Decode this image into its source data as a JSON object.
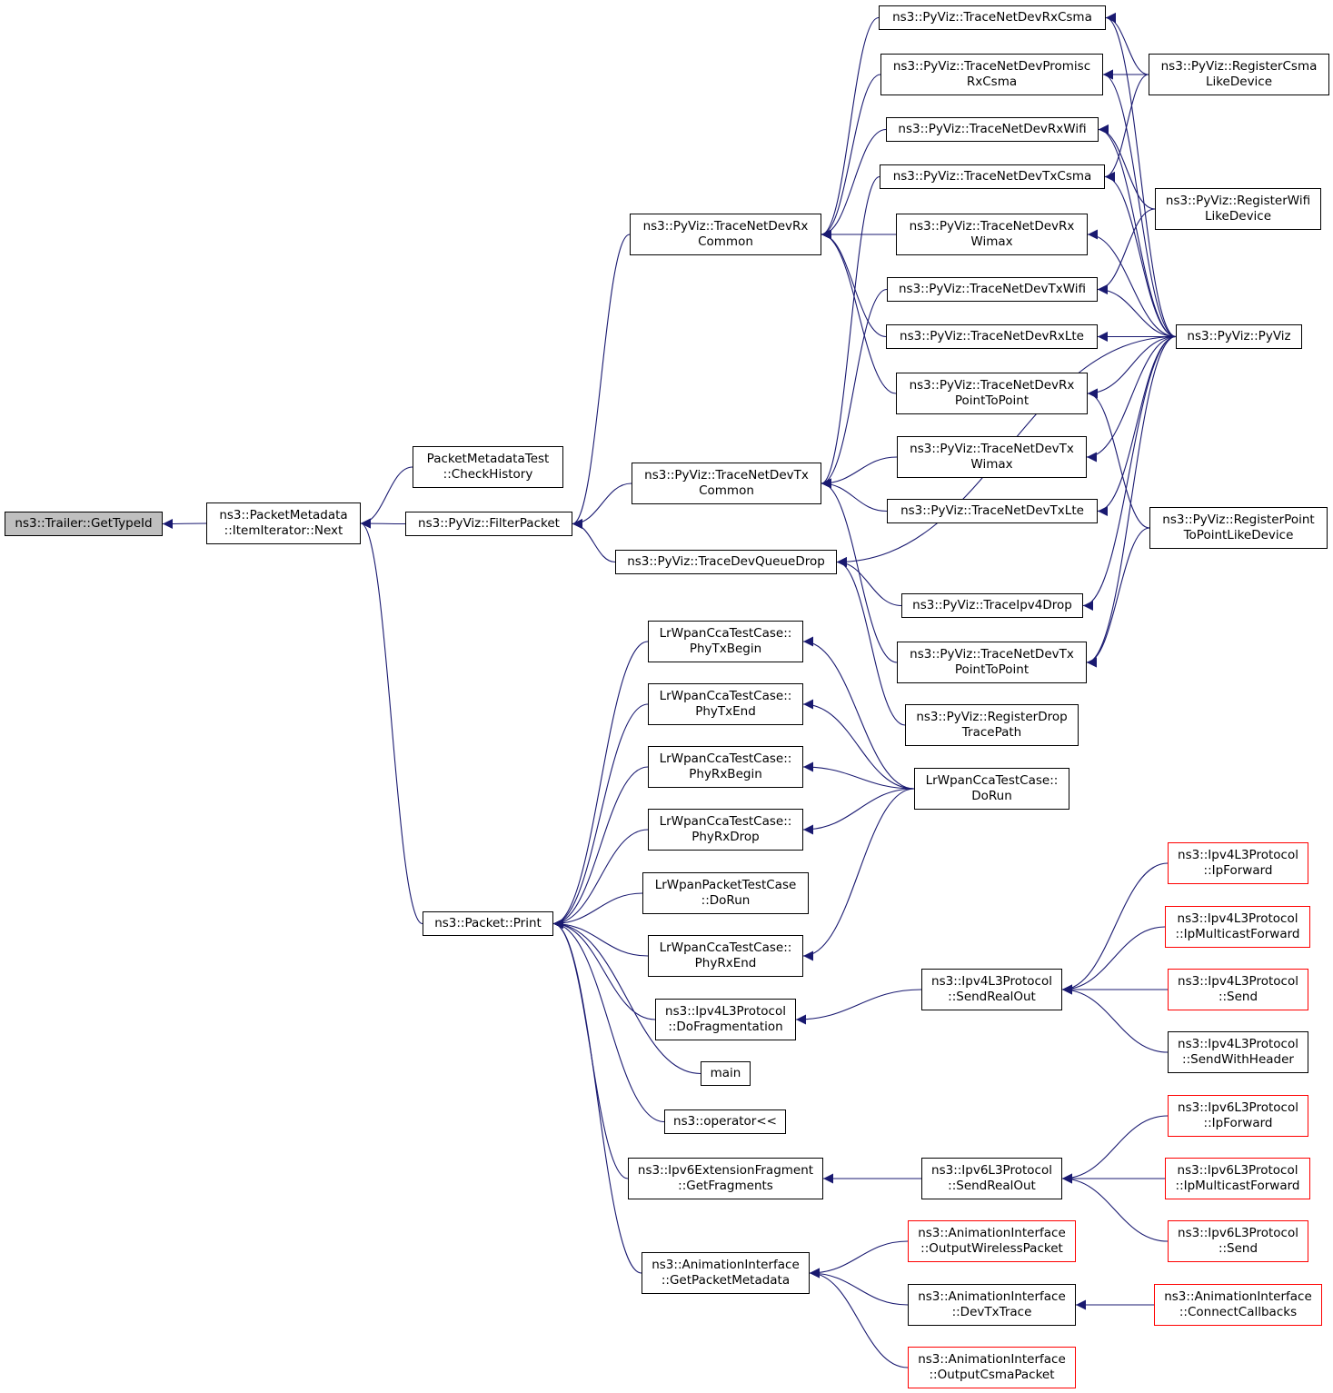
{
  "colors": {
    "edge": "#191970",
    "border": "#000000",
    "truncated_border": "#ff0000",
    "root_fill": "#bfbfbf"
  },
  "nodes": {
    "gettypeid": {
      "lines": [
        "ns3::Trailer::GetTypeId"
      ],
      "style": "root"
    },
    "next": {
      "lines": [
        "ns3::PacketMetadata",
        "::ItemIterator::Next"
      ]
    },
    "checkhistory": {
      "lines": [
        "PacketMetadataTest",
        "::CheckHistory"
      ]
    },
    "filterpacket": {
      "lines": [
        "ns3::PyViz::FilterPacket"
      ]
    },
    "print": {
      "lines": [
        "ns3::Packet::Print"
      ]
    },
    "rxcommon": {
      "lines": [
        "ns3::PyViz::TraceNetDevRx",
        "Common"
      ]
    },
    "txcommon": {
      "lines": [
        "ns3::PyViz::TraceNetDevTx",
        "Common"
      ]
    },
    "queuedrop": {
      "lines": [
        "ns3::PyViz::TraceDevQueueDrop"
      ]
    },
    "rxcsma": {
      "lines": [
        "ns3::PyViz::TraceNetDevRxCsma"
      ]
    },
    "promisc": {
      "lines": [
        "ns3::PyViz::TraceNetDevPromisc",
        "RxCsma"
      ]
    },
    "rxwifi": {
      "lines": [
        "ns3::PyViz::TraceNetDevRxWifi"
      ]
    },
    "txcsma": {
      "lines": [
        "ns3::PyViz::TraceNetDevTxCsma"
      ]
    },
    "rxwimax": {
      "lines": [
        "ns3::PyViz::TraceNetDevRx",
        "Wimax"
      ]
    },
    "txwifi": {
      "lines": [
        "ns3::PyViz::TraceNetDevTxWifi"
      ]
    },
    "rxlte": {
      "lines": [
        "ns3::PyViz::TraceNetDevRxLte"
      ]
    },
    "rxp2p": {
      "lines": [
        "ns3::PyViz::TraceNetDevRx",
        "PointToPoint"
      ]
    },
    "txwimax": {
      "lines": [
        "ns3::PyViz::TraceNetDevTx",
        "Wimax"
      ]
    },
    "txlte": {
      "lines": [
        "ns3::PyViz::TraceNetDevTxLte"
      ]
    },
    "ipv4drop": {
      "lines": [
        "ns3::PyViz::TraceIpv4Drop"
      ]
    },
    "txp2p": {
      "lines": [
        "ns3::PyViz::TraceNetDevTx",
        "PointToPoint"
      ]
    },
    "regdrop": {
      "lines": [
        "ns3::PyViz::RegisterDrop",
        "TracePath"
      ]
    },
    "regcsma": {
      "lines": [
        "ns3::PyViz::RegisterCsma",
        "LikeDevice"
      ]
    },
    "regwifi": {
      "lines": [
        "ns3::PyViz::RegisterWifi",
        "LikeDevice"
      ]
    },
    "pyviz": {
      "lines": [
        "ns3::PyViz::PyViz"
      ]
    },
    "regp2p": {
      "lines": [
        "ns3::PyViz::RegisterPoint",
        "ToPointLikeDevice"
      ]
    },
    "phytxbegin": {
      "lines": [
        "LrWpanCcaTestCase::",
        "PhyTxBegin"
      ]
    },
    "phytxend": {
      "lines": [
        "LrWpanCcaTestCase::",
        "PhyTxEnd"
      ]
    },
    "phyrxbegin": {
      "lines": [
        "LrWpanCcaTestCase::",
        "PhyRxBegin"
      ]
    },
    "phyrxdrop": {
      "lines": [
        "LrWpanCcaTestCase::",
        "PhyRxDrop"
      ]
    },
    "pktdorun": {
      "lines": [
        "LrWpanPacketTestCase",
        "::DoRun"
      ]
    },
    "phyrxend": {
      "lines": [
        "LrWpanCcaTestCase::",
        "PhyRxEnd"
      ]
    },
    "ccadorun": {
      "lines": [
        "LrWpanCcaTestCase::",
        "DoRun"
      ]
    },
    "dofrag": {
      "lines": [
        "ns3::Ipv4L3Protocol",
        "::DoFragmentation"
      ]
    },
    "main": {
      "lines": [
        "main"
      ]
    },
    "opstream": {
      "lines": [
        "ns3::operator<<"
      ]
    },
    "getfrags": {
      "lines": [
        "ns3::Ipv6ExtensionFragment",
        "::GetFragments"
      ]
    },
    "getpktmeta": {
      "lines": [
        "ns3::AnimationInterface",
        "::GetPacketMetadata"
      ]
    },
    "v4sendreal": {
      "lines": [
        "ns3::Ipv4L3Protocol",
        "::SendRealOut"
      ]
    },
    "v6sendreal": {
      "lines": [
        "ns3::Ipv6L3Protocol",
        "::SendRealOut"
      ]
    },
    "v4ipfwd": {
      "lines": [
        "ns3::Ipv4L3Protocol",
        "::IpForward"
      ],
      "style": "red"
    },
    "v4mcast": {
      "lines": [
        "ns3::Ipv4L3Protocol",
        "::IpMulticastForward"
      ],
      "style": "red"
    },
    "v4send": {
      "lines": [
        "ns3::Ipv4L3Protocol",
        "::Send"
      ],
      "style": "red"
    },
    "v4sendhdr": {
      "lines": [
        "ns3::Ipv4L3Protocol",
        "::SendWithHeader"
      ]
    },
    "v6ipfwd": {
      "lines": [
        "ns3::Ipv6L3Protocol",
        "::IpForward"
      ],
      "style": "red"
    },
    "v6mcast": {
      "lines": [
        "ns3::Ipv6L3Protocol",
        "::IpMulticastForward"
      ],
      "style": "red"
    },
    "v6send": {
      "lines": [
        "ns3::Ipv6L3Protocol",
        "::Send"
      ],
      "style": "red"
    },
    "outwireless": {
      "lines": [
        "ns3::AnimationInterface",
        "::OutputWirelessPacket"
      ],
      "style": "red"
    },
    "devtxtrace": {
      "lines": [
        "ns3::AnimationInterface",
        "::DevTxTrace"
      ]
    },
    "outcsma": {
      "lines": [
        "ns3::AnimationInterface",
        "::OutputCsmaPacket"
      ],
      "style": "red"
    },
    "connectcb": {
      "lines": [
        "ns3::AnimationInterface",
        "::ConnectCallbacks"
      ],
      "style": "red"
    }
  },
  "edges": [
    [
      "next",
      "gettypeid"
    ],
    [
      "checkhistory",
      "next"
    ],
    [
      "filterpacket",
      "next"
    ],
    [
      "print",
      "next"
    ],
    [
      "rxcommon",
      "filterpacket"
    ],
    [
      "txcommon",
      "filterpacket"
    ],
    [
      "queuedrop",
      "filterpacket"
    ],
    [
      "rxcsma",
      "rxcommon"
    ],
    [
      "promisc",
      "rxcommon"
    ],
    [
      "rxwifi",
      "rxcommon"
    ],
    [
      "rxwimax",
      "rxcommon"
    ],
    [
      "rxlte",
      "rxcommon"
    ],
    [
      "rxp2p",
      "rxcommon"
    ],
    [
      "txcsma",
      "txcommon"
    ],
    [
      "txwifi",
      "txcommon"
    ],
    [
      "txwimax",
      "txcommon"
    ],
    [
      "txlte",
      "txcommon"
    ],
    [
      "txp2p",
      "txcommon"
    ],
    [
      "ipv4drop",
      "queuedrop"
    ],
    [
      "regdrop",
      "queuedrop"
    ],
    [
      "pyviz",
      "queuedrop"
    ],
    [
      "regcsma",
      "rxcsma"
    ],
    [
      "regcsma",
      "promisc"
    ],
    [
      "regcsma",
      "txcsma"
    ],
    [
      "pyviz",
      "rxcsma"
    ],
    [
      "pyviz",
      "promisc"
    ],
    [
      "pyviz",
      "rxwifi"
    ],
    [
      "pyviz",
      "txcsma"
    ],
    [
      "pyviz",
      "rxwimax"
    ],
    [
      "pyviz",
      "txwifi"
    ],
    [
      "pyviz",
      "rxlte"
    ],
    [
      "pyviz",
      "rxp2p"
    ],
    [
      "pyviz",
      "txwimax"
    ],
    [
      "pyviz",
      "txlte"
    ],
    [
      "pyviz",
      "ipv4drop"
    ],
    [
      "pyviz",
      "txp2p"
    ],
    [
      "regwifi",
      "rxwifi"
    ],
    [
      "regwifi",
      "txwifi"
    ],
    [
      "regp2p",
      "rxp2p"
    ],
    [
      "regp2p",
      "txp2p"
    ],
    [
      "phytxbegin",
      "print"
    ],
    [
      "phytxend",
      "print"
    ],
    [
      "phyrxbegin",
      "print"
    ],
    [
      "phyrxdrop",
      "print"
    ],
    [
      "pktdorun",
      "print"
    ],
    [
      "phyrxend",
      "print"
    ],
    [
      "dofrag",
      "print"
    ],
    [
      "main",
      "print"
    ],
    [
      "opstream",
      "print"
    ],
    [
      "getfrags",
      "print"
    ],
    [
      "getpktmeta",
      "print"
    ],
    [
      "ccadorun",
      "phytxbegin"
    ],
    [
      "ccadorun",
      "phytxend"
    ],
    [
      "ccadorun",
      "phyrxbegin"
    ],
    [
      "ccadorun",
      "phyrxdrop"
    ],
    [
      "ccadorun",
      "phyrxend"
    ],
    [
      "v4sendreal",
      "dofrag"
    ],
    [
      "v4ipfwd",
      "v4sendreal"
    ],
    [
      "v4mcast",
      "v4sendreal"
    ],
    [
      "v4send",
      "v4sendreal"
    ],
    [
      "v4sendhdr",
      "v4sendreal"
    ],
    [
      "v6sendreal",
      "getfrags"
    ],
    [
      "v6ipfwd",
      "v6sendreal"
    ],
    [
      "v6mcast",
      "v6sendreal"
    ],
    [
      "v6send",
      "v6sendreal"
    ],
    [
      "outwireless",
      "getpktmeta"
    ],
    [
      "devtxtrace",
      "getpktmeta"
    ],
    [
      "outcsma",
      "getpktmeta"
    ],
    [
      "connectcb",
      "devtxtrace"
    ]
  ]
}
